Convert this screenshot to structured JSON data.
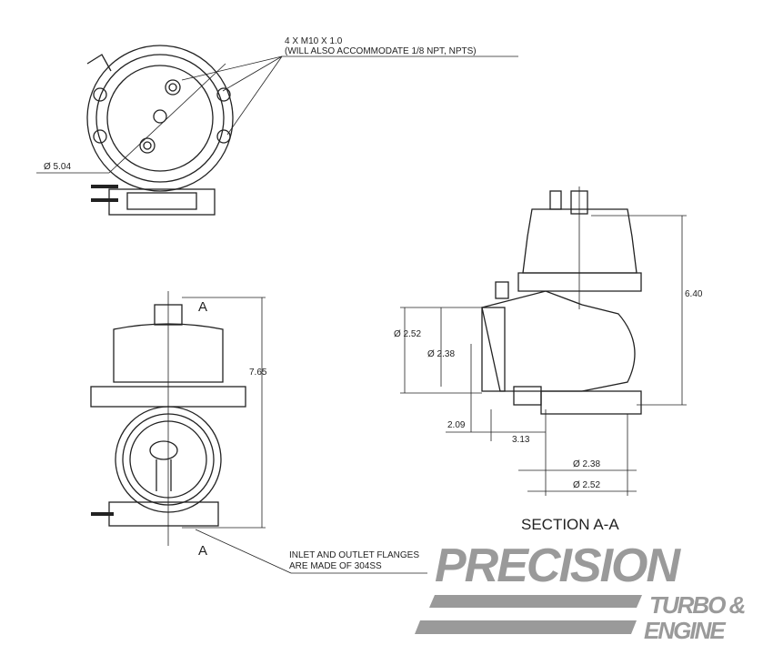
{
  "notes": {
    "thread_line1": "4 X M10 X 1.0",
    "thread_line2": "(WILL ALSO ACCOMMODATE 1/8 NPT, NPTS)",
    "flange_line1": "INLET AND OUTLET FLANGES",
    "flange_line2": "ARE MADE OF 304SS"
  },
  "dimensions": {
    "top_diameter": "Ø 5.04",
    "front_height": "7.65",
    "section_height": "6.40",
    "inlet_outer": "Ø 2.52",
    "inlet_inner": "Ø 2.38",
    "offset_a": "2.09",
    "offset_b": "3.13",
    "outlet_inner": "Ø 2.38",
    "outlet_outer": "Ø 2.52"
  },
  "section_marks": {
    "top": "A",
    "bottom": "A"
  },
  "section_title": "SECTION A-A",
  "logo": {
    "line1": "PRECISION",
    "line2": "TURBO &",
    "line3": "ENGINE"
  },
  "colors": {
    "line": "#222222",
    "logo": "#9a9a9a"
  }
}
